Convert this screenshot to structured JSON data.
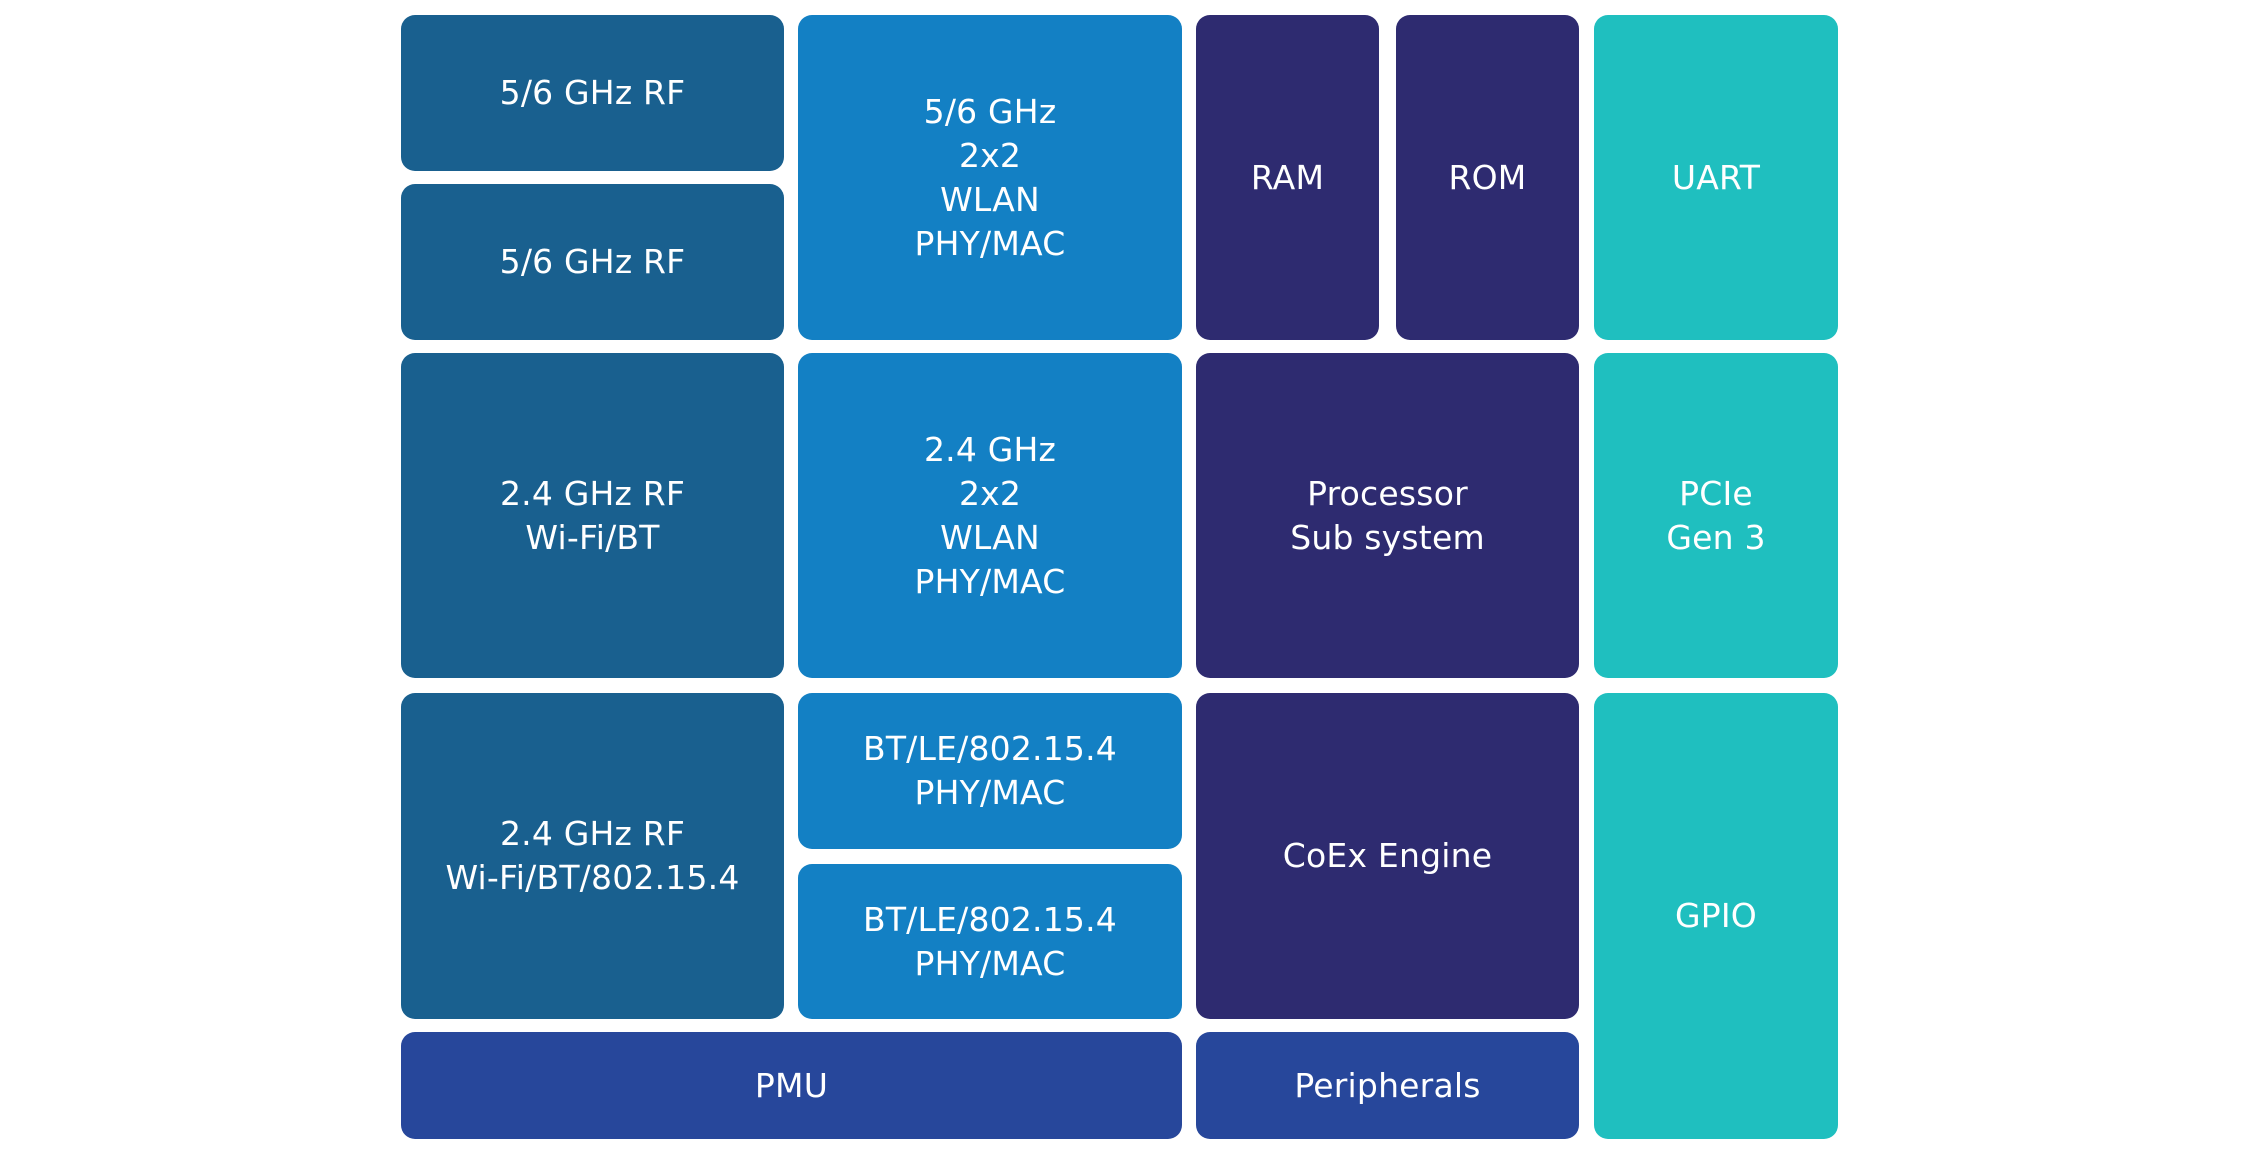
{
  "diagram": {
    "title": "",
    "colors": {
      "rf": "#19608F",
      "phy_mac": "#1380C4",
      "processing": "#2E2B70",
      "interfaces": "#1FBFBF",
      "power_peripherals": "#27479B",
      "text": "#FFFFFF",
      "background": "#FFFFFF"
    },
    "blocks": {
      "rf_5_6_a": "5/6 GHz RF",
      "rf_5_6_b": "5/6 GHz RF",
      "wlan_5_6": "5/6 GHz\n2x2\nWLAN\nPHY/MAC",
      "ram": "RAM",
      "rom": "ROM",
      "uart": "UART",
      "rf_2_4_wifi_bt": "2.4 GHz RF\nWi-Fi/BT",
      "wlan_2_4": "2.4 GHz\n2x2\nWLAN\nPHY/MAC",
      "processor": "Processor\nSub system",
      "pcie": "PCIe\nGen 3",
      "rf_2_4_wifi_bt_154": "2.4 GHz RF\nWi-Fi/BT/802.15.4",
      "bt_phy_a": "BT/LE/802.15.4\nPHY/MAC",
      "bt_phy_b": "BT/LE/802.15.4\nPHY/MAC",
      "coex": "CoEx Engine",
      "gpio": "GPIO",
      "pmu": "PMU",
      "peripherals": "Peripherals"
    }
  }
}
